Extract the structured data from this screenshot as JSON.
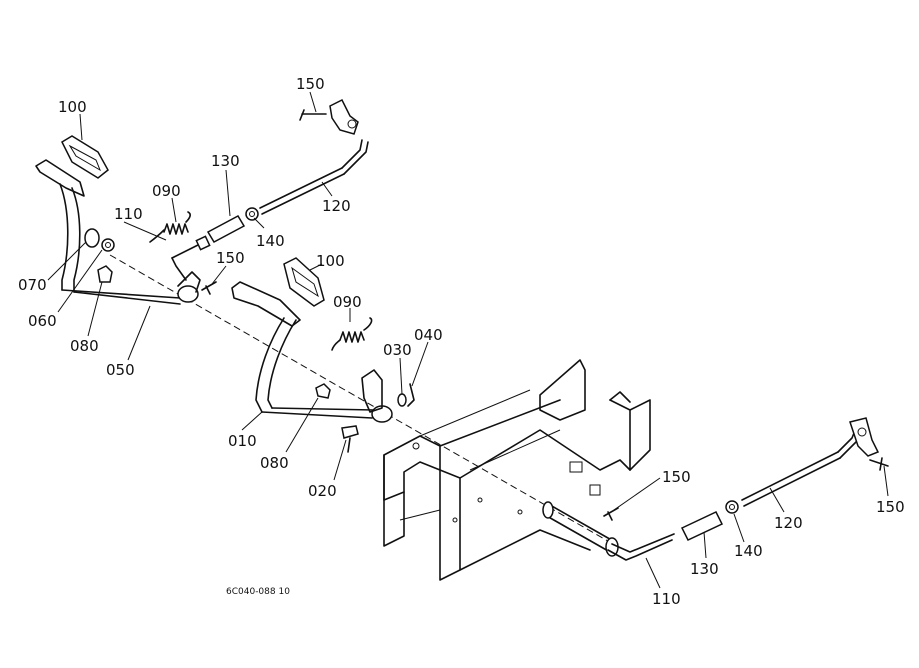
{
  "drawing_code": "6C040-088 10",
  "callouts": {
    "p100a": "100",
    "p150a": "150",
    "p130a": "130",
    "p090a": "090",
    "p110a": "110",
    "p140a": "140",
    "p120a": "120",
    "p150b": "150",
    "p100b": "100",
    "p070": "070",
    "p060": "060",
    "p080a": "080",
    "p050": "050",
    "p090b": "090",
    "p030": "030",
    "p040": "040",
    "p010": "010",
    "p080b": "080",
    "p020": "020",
    "p150c": "150",
    "p150d": "150",
    "p120b": "120",
    "p140b": "140",
    "p130b": "130",
    "p110b": "110"
  }
}
